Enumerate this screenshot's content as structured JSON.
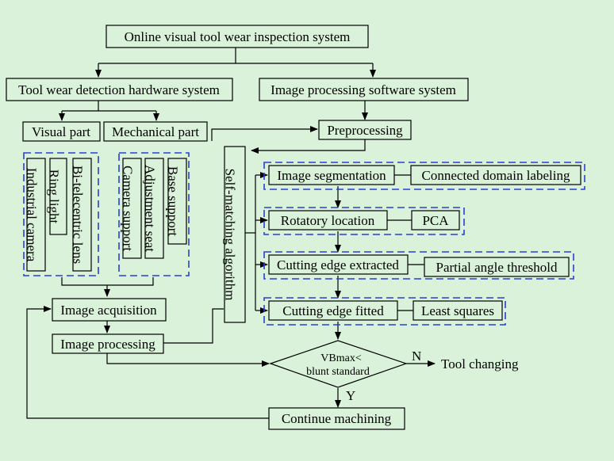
{
  "nodes": {
    "root": "Online visual tool wear inspection system",
    "hardware": "Tool wear detection hardware system",
    "software": "Image processing software system",
    "visual_part": "Visual part",
    "mechanical_part": "Mechanical part",
    "industrial_camera": "Industrial camera",
    "ring_light": "Ring light",
    "bitelecentric_lens": "Bi-telecentric lens",
    "camera_support": "Camera support",
    "adjustment_seat": "Adjustment seat",
    "base_support": "Base support",
    "preprocessing": "Preprocessing",
    "self_matching": "Self-matching algorithm",
    "image_segmentation": "Image segmentation",
    "connected_domain": "Connected domain labeling",
    "rotatory_location": "Rotatory location",
    "pca": "PCA",
    "cutting_edge_extracted": "Cutting edge extracted",
    "partial_angle": "Partial angle threshold",
    "cutting_edge_fitted": "Cutting edge fitted",
    "least_squares": "Least squares",
    "image_acquisition": "Image acquisition",
    "image_processing": "Image processing",
    "decision_line1": "VBmax<",
    "decision_line2": "blunt standard",
    "tool_changing": "Tool changing",
    "continue_machining": "Continue machining",
    "label_n": "N",
    "label_y": "Y"
  },
  "colors": {
    "background": "#d9f2d9",
    "dashed_group": "#2a3fd4",
    "line": "#000000"
  }
}
